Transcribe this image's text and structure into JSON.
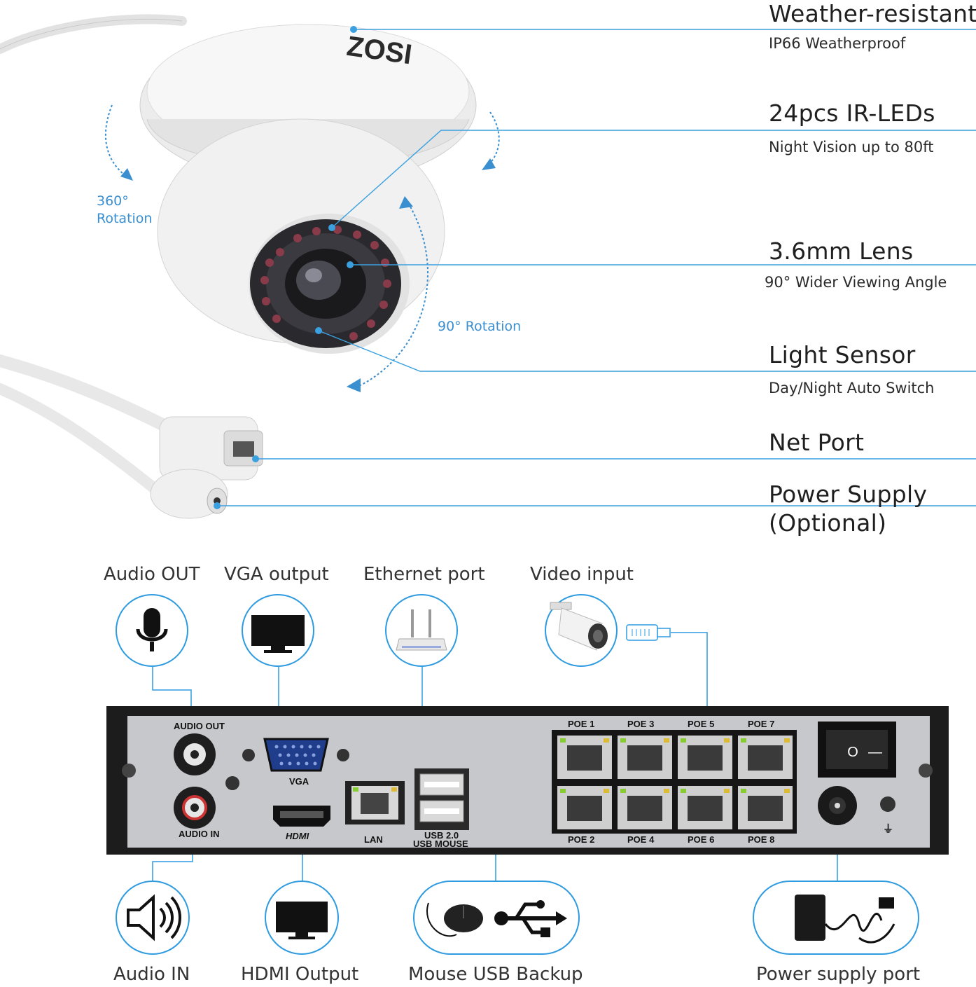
{
  "camera": {
    "brand": "ZOSI",
    "rotation_360": [
      "360°",
      "Rotation"
    ],
    "rotation_90": "90° Rotation",
    "features": [
      {
        "title": "Weather-resistant",
        "subtitle": "IP66 Weatherproof"
      },
      {
        "title": "24pcs IR-LEDs",
        "subtitle": "Night Vision up to 80ft"
      },
      {
        "title": "3.6mm Lens",
        "subtitle": "90° Wider Viewing Angle"
      },
      {
        "title": "Light Sensor",
        "subtitle": "Day/Night Auto Switch"
      },
      {
        "title": "Net Port",
        "subtitle": ""
      },
      {
        "title": "Power Supply",
        "subtitle": "(Optional)"
      }
    ]
  },
  "nvr": {
    "top_labels": [
      "Audio OUT",
      "VGA output",
      "Ethernet port",
      "Video input"
    ],
    "bottom_labels": [
      "Audio IN",
      "HDMI Output",
      "Mouse USB Backup",
      "Power supply port"
    ],
    "panel": {
      "audio_out": "AUDIO OUT",
      "audio_in": "AUDIO IN",
      "vga": "VGA",
      "hdmi": "HDMI",
      "lan": "LAN",
      "usb_line1": "USB 2.0",
      "usb_line2": "USB MOUSE",
      "poe_top": [
        "POE 1",
        "POE 3",
        "POE 5",
        "POE 7"
      ],
      "poe_bottom": [
        "POE 2",
        "POE 4",
        "POE 6",
        "POE 8"
      ],
      "switch_on": "O",
      "switch_off": "—",
      "ground": "⏚"
    }
  },
  "colors": {
    "accent": "#2e9be0",
    "panel": "#c7c8cc",
    "frame": "#1c1c1c"
  },
  "icons": [
    "microphone-icon",
    "monitor-icon",
    "router-icon",
    "bullet-camera-icon",
    "speaker-icon",
    "mouse-icon",
    "usb-icon",
    "power-adapter-icon"
  ]
}
